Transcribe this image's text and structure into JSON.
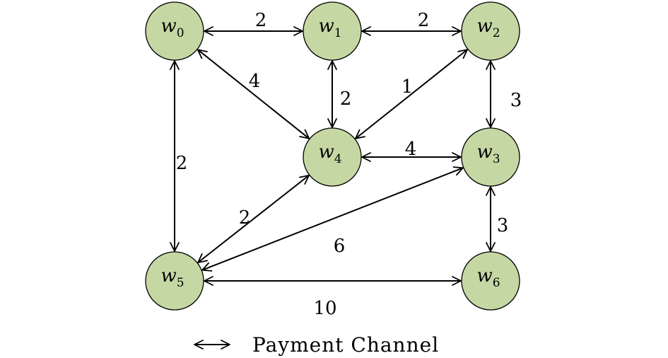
{
  "nodes": [
    {
      "id": "w0",
      "base": "w",
      "sub": "0"
    },
    {
      "id": "w1",
      "base": "w",
      "sub": "1"
    },
    {
      "id": "w2",
      "base": "w",
      "sub": "2"
    },
    {
      "id": "w3",
      "base": "w",
      "sub": "3"
    },
    {
      "id": "w4",
      "base": "w",
      "sub": "4"
    },
    {
      "id": "w5",
      "base": "w",
      "sub": "5"
    },
    {
      "id": "w6",
      "base": "w",
      "sub": "6"
    }
  ],
  "edges": [
    {
      "from": "w0",
      "to": "w1",
      "weight": "2"
    },
    {
      "from": "w1",
      "to": "w2",
      "weight": "2"
    },
    {
      "from": "w0",
      "to": "w4",
      "weight": "4"
    },
    {
      "from": "w1",
      "to": "w4",
      "weight": "2"
    },
    {
      "from": "w2",
      "to": "w4",
      "weight": "1"
    },
    {
      "from": "w2",
      "to": "w3",
      "weight": "3"
    },
    {
      "from": "w4",
      "to": "w3",
      "weight": "4"
    },
    {
      "from": "w0",
      "to": "w5",
      "weight": "2"
    },
    {
      "from": "w4",
      "to": "w5",
      "weight": "2"
    },
    {
      "from": "w3",
      "to": "w5",
      "weight": "6"
    },
    {
      "from": "w3",
      "to": "w6",
      "weight": "3"
    },
    {
      "from": "w5",
      "to": "w6",
      "weight": "10"
    }
  ],
  "legend": {
    "label": "Payment Channel",
    "icon": "double-arrow-icon"
  },
  "colors": {
    "node_fill": "#c5d8a4",
    "stroke": "#000000"
  }
}
